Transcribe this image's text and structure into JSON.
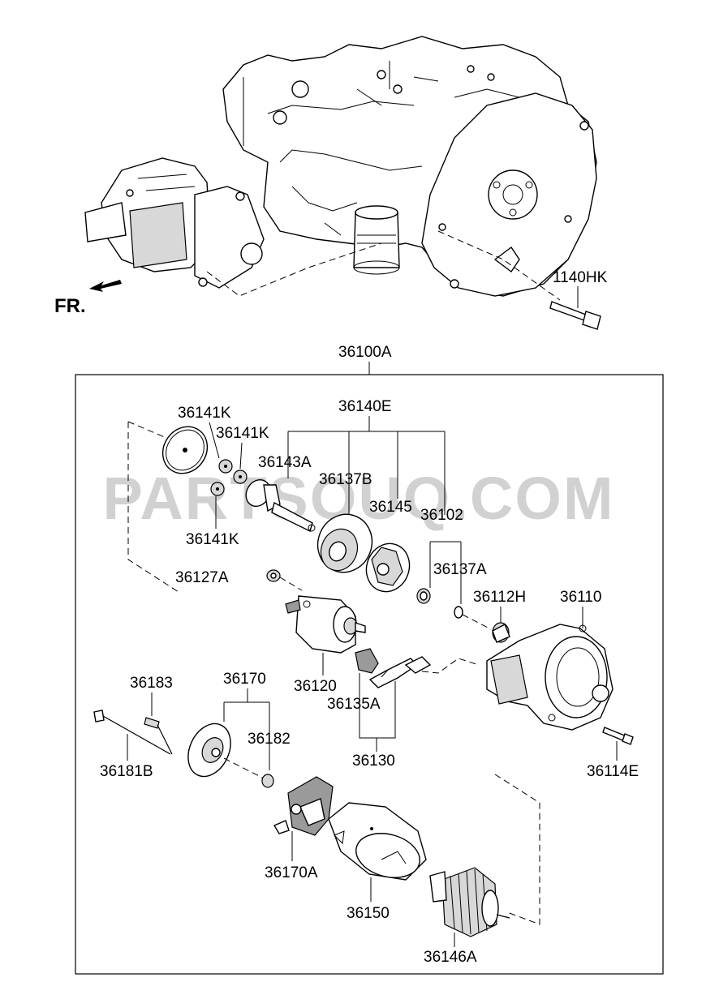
{
  "orientation": {
    "label": "FR.",
    "icon": "front-direction-arrow-icon"
  },
  "watermark": "PARTSOUQ.COM",
  "labels": {
    "engine_bolt": "1140HK",
    "assembly": "36100A",
    "drive_kit": "36140E",
    "gear_a": "36141K",
    "gear_b": "36141K",
    "gear_c": "36141K",
    "shaft": "36143A",
    "clutch": "36137B",
    "pinion": "36145",
    "kit_36102": "36102",
    "nut": "36127A",
    "retainer": "36137A",
    "bushing": "36112H",
    "housing": "36110",
    "solenoid": "36120",
    "boot": "36135A",
    "lever_kit": "36130",
    "screw": "36183",
    "rear_bracket": "36170",
    "bushing_rear": "36182",
    "through_bolt": "36181B",
    "bolt": "36114E",
    "brush_holder": "36170A",
    "yoke": "36150",
    "armature": "36146A"
  }
}
